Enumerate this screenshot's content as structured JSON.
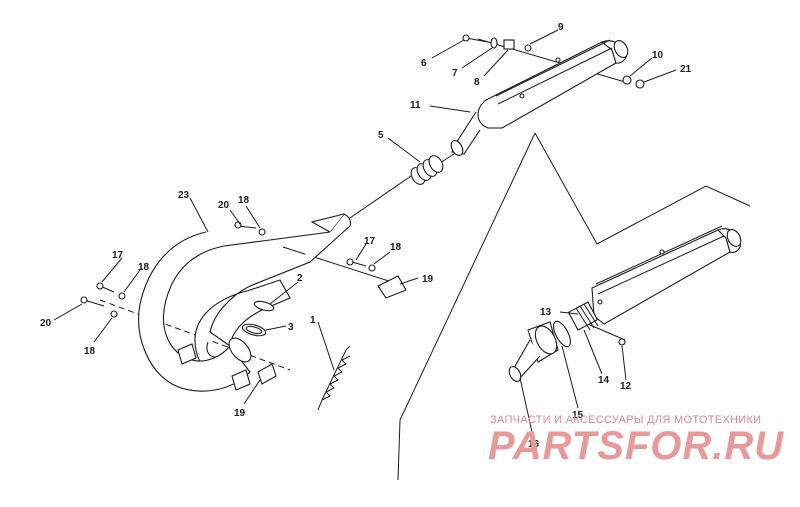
{
  "labels": {
    "p1": "1",
    "p2": "2",
    "p3": "3",
    "p5": "5",
    "p6": "6",
    "p7": "7",
    "p8": "8",
    "p9": "9",
    "p10": "10",
    "p11": "11",
    "p12": "12",
    "p13": "13",
    "p14": "14",
    "p15": "15",
    "p16": "16",
    "p17a": "17",
    "p17b": "17",
    "p18a": "18",
    "p18b": "18",
    "p18c": "18",
    "p18d": "18",
    "p19a": "19",
    "p19b": "19",
    "p20a": "20",
    "p20b": "20",
    "p21": "21",
    "p23": "23"
  },
  "watermark": {
    "tagline": "ЗАПЧАСТИ И АКСЕССУАРЫ ДЛЯ МОТОТЕХНИКИ",
    "logo": "PARTSFOR.RU"
  },
  "colors": {
    "line": "#1a1a1a",
    "watermark": "#e69a9a"
  }
}
